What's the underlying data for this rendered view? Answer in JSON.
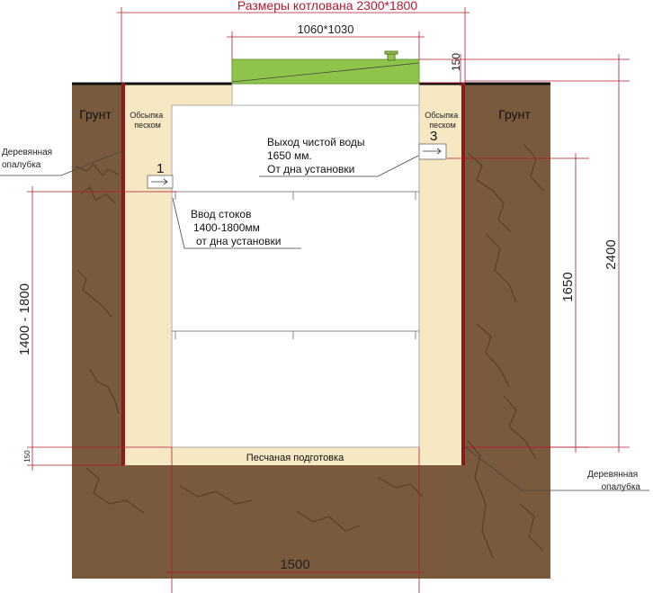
{
  "pit_dimensions_label": "Размеры котлована 2300*1800",
  "unit_top_dimension": "1060*1030",
  "bottom_dimension": "1500",
  "dim_150_top": "150",
  "dim_150_bottom": "150",
  "dim_2400": "2400",
  "dim_1650": "1650",
  "dim_1400_1800": "1400 - 1800",
  "soil_left": "Грунт",
  "soil_right": "Грунт",
  "backfill_left": [
    "Обсыпка",
    "песком"
  ],
  "backfill_right": [
    "Обсыпка",
    "песком"
  ],
  "formwork_left": [
    "Деревянная",
    "опалубка"
  ],
  "formwork_right": [
    "Деревянная",
    "опалубка"
  ],
  "inlet_number": "1",
  "outlet_number": "3",
  "outlet_text": [
    "Выход чистой воды",
    "1650 мм.",
    "От дна установки"
  ],
  "inlet_text": [
    "Ввод стоков",
    "1400-1800мм",
    "от дна установки"
  ],
  "sand_base": "Песчаная подготовка",
  "colors": {
    "soil": "#7a5a3c",
    "soil_crack": "#5a3e26",
    "sand": "#f7e8c4",
    "formwork": "#8b1a1a",
    "lid": "#8fc34a",
    "dim_line": "#b21a2e",
    "ground_line": "#111111"
  }
}
